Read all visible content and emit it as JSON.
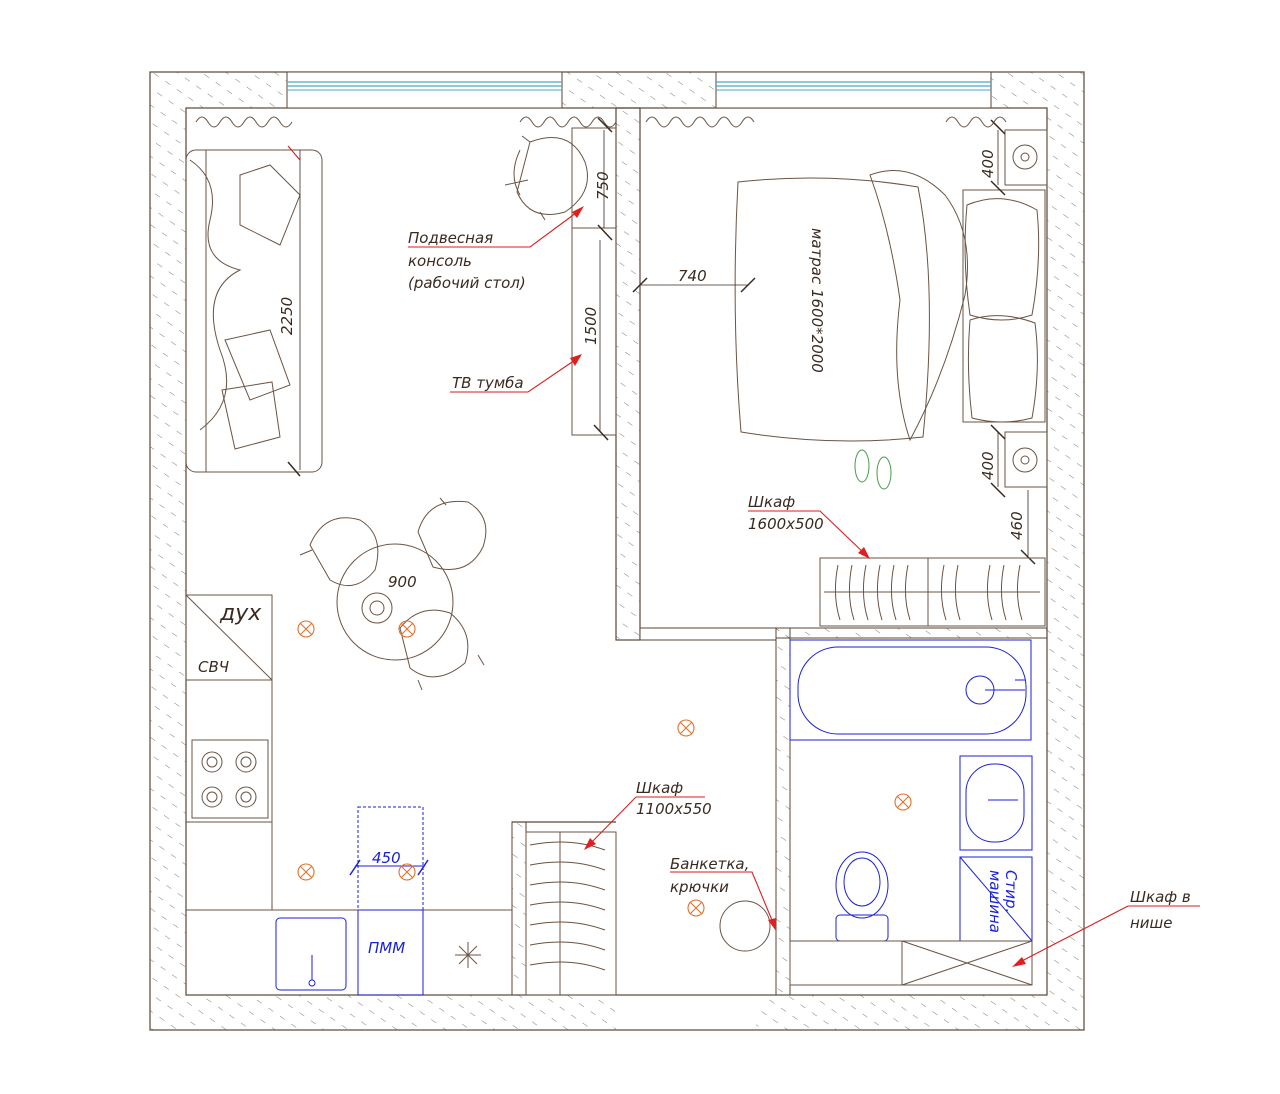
{
  "labels": {
    "console_line1": "Подвесная",
    "console_line2": "консоль",
    "console_line3": "(рабочий стол)",
    "tv_stand": "ТВ тумба",
    "wardrobe_bedroom_title": "Шкаф",
    "wardrobe_bedroom_size": "1600x500",
    "wardrobe_hall_title": "Шкаф",
    "wardrobe_hall_size": "1100x550",
    "bench_line1": "Банкетка,",
    "bench_line2": "крючки",
    "niche_line1": "Шкаф в",
    "niche_line2": "нише",
    "oven": "дух",
    "microwave": "СВЧ",
    "dishwasher": "ПММ",
    "washer_line1": "Стир.",
    "washer_line2": "машина",
    "mattress": "матрас 1600*2000"
  },
  "dimensions": {
    "sofa_length": "2250",
    "console_depth": "750",
    "tv_stand_length": "1500",
    "bed_gap": "740",
    "nightstand_top": "400",
    "nightstand_bottom": "400",
    "wardrobe_gap": "460",
    "table_diameter": "900",
    "dishwasher_width": "450"
  },
  "colors": {
    "wall": "#5b4636",
    "hatch": "#8a7868",
    "furniture": "#6b5443",
    "plumbing": "#1a22d6",
    "leader": "#d81e1e",
    "lamp": "#e0702a",
    "slippers": "#4a9a4a",
    "window": "#4aa8c8"
  }
}
